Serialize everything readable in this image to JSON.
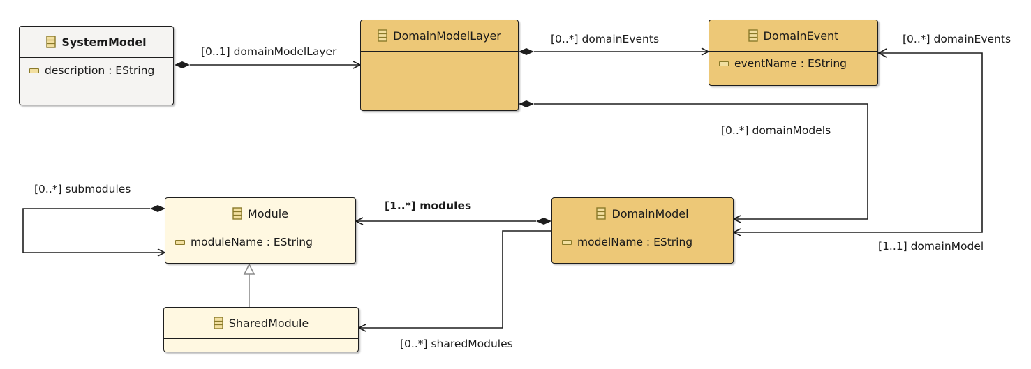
{
  "classes": {
    "system_model": {
      "name": "SystemModel",
      "attribute": "description : EString"
    },
    "domain_model_layer": {
      "name": "DomainModelLayer"
    },
    "domain_event": {
      "name": "DomainEvent",
      "attribute": "eventName : EString"
    },
    "module": {
      "name": "Module",
      "attribute": "moduleName : EString"
    },
    "domain_model": {
      "name": "DomainModel",
      "attribute": "modelName : EString"
    },
    "shared_module": {
      "name": "SharedModule"
    }
  },
  "relations": {
    "domain_model_layer": "[0..1] domainModelLayer",
    "domain_events_layer": "[0..*] domainEvents",
    "domain_events_model": "[0..*] domainEvents",
    "domain_models": "[0..*] domainModels",
    "submodules": "[0..*] submodules",
    "modules": "[1..*] modules",
    "domain_model": "[1..1] domainModel",
    "shared_modules": "[0..*] sharedModules"
  },
  "colors": {
    "abstract_root": "#f5f4f2",
    "light_class": "#fff8e1",
    "highlight_class": "#edc877",
    "border": "#1e1e1e",
    "generalization_line": "#8c8c8c"
  },
  "icons": {
    "class": "eclass-icon",
    "attribute": "eattribute-icon"
  }
}
